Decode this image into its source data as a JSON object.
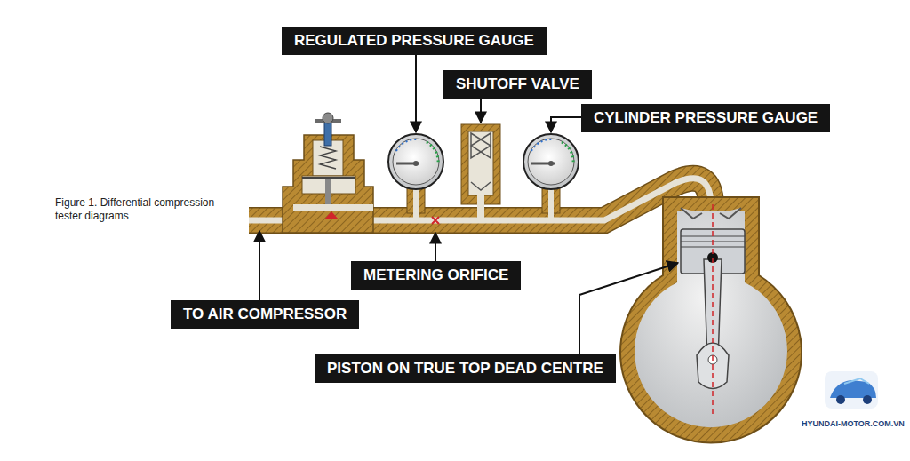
{
  "diagram": {
    "caption": "Figure 1. Differential compression tester diagrams",
    "nodes": [
      {
        "text": [
          "REGULATED PRESSURE GAUGE"
        ]
      },
      {
        "text": [
          "SHUTOFF VALVE"
        ]
      },
      {
        "text": [
          "CYLINDER PRESSURE GAUGE"
        ]
      },
      {
        "text": [
          "METERING ORIFICE"
        ]
      },
      {
        "text": [
          "TO AIR COMPRESSOR"
        ]
      },
      {
        "text": [
          "PISTON ON TRUE TOP DEAD CENTRE"
        ]
      }
    ],
    "labels": [
      "HYUNDAI-MOTOR.COM.VN"
    ]
  }
}
